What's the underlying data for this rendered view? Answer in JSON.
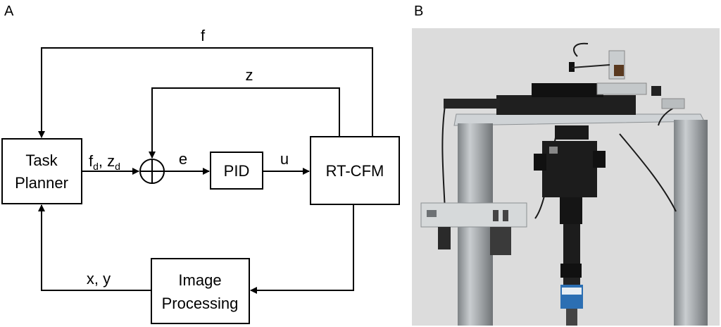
{
  "panels": {
    "a_label": "A",
    "b_label": "B"
  },
  "blocks": {
    "task_planner": {
      "line1": "Task",
      "line2": "Planner"
    },
    "pid": "PID",
    "rt_cfm": "RT-CFM",
    "image_processing": {
      "line1": "Image",
      "line2": "Processing"
    }
  },
  "signals": {
    "f": "f",
    "z": "z",
    "fd_z_main1": "f",
    "fd_z_sub1": "d",
    "fd_z_sep": ", z",
    "fd_z_sub2": "d",
    "e": "e",
    "u": "u",
    "xy": "x, y"
  },
  "colors": {
    "line": "#000000",
    "photo_bg": "#dcdcdc",
    "metal": "#a9adb0",
    "device_dark": "#1c1c1c",
    "camera_blue": "#2c6fb3"
  }
}
